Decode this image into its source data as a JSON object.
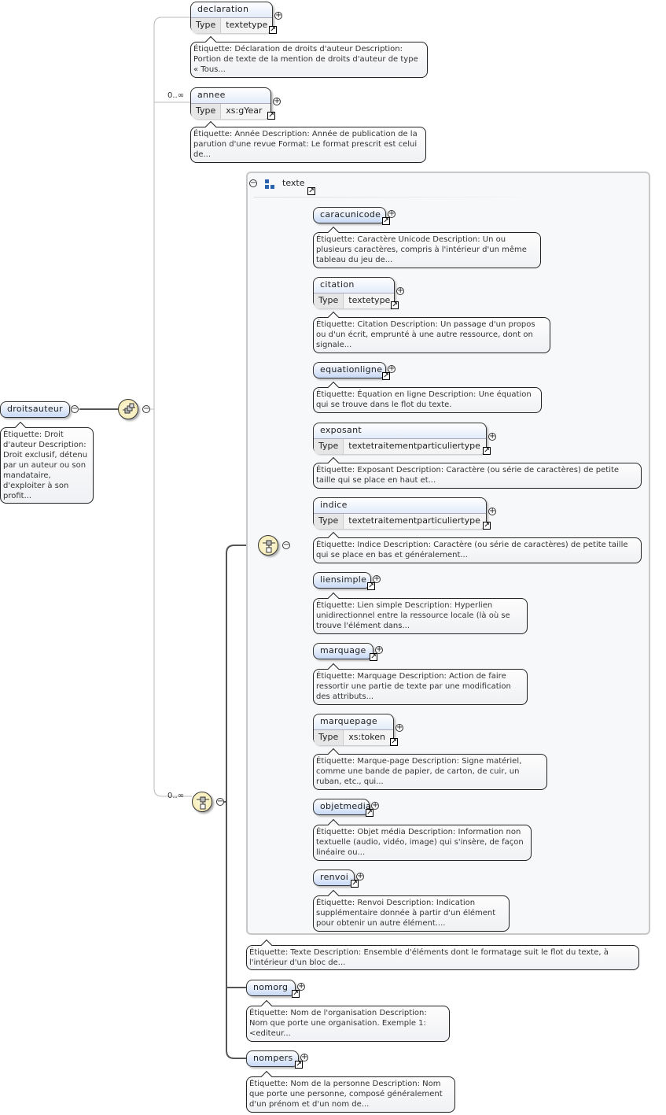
{
  "root": {
    "name": "droitsauteur",
    "annotation": "Étiquette: Droit d'auteur Description: Droit exclusif, détenu par un auteur ou son mandataire, d'exploiter à son profit..."
  },
  "cardinality": {
    "annee": "0..∞",
    "choice": "0..∞"
  },
  "type_label": "Type",
  "group": {
    "name": "texte",
    "annotation": "Étiquette: Texte Description: Ensemble d'éléments dont le formatage suit le flot du texte, à l'intérieur d'un bloc de..."
  },
  "nodes": {
    "declaration": {
      "name": "declaration",
      "type": "textetype",
      "annotation": "Étiquette: Déclaration de droits d'auteur Description: Portion de texte de la mention de droits d'auteur de type « Tous..."
    },
    "annee": {
      "name": "annee",
      "type": "xs:gYear",
      "annotation": "Étiquette: Année Description: Année de publication de la parution d'une revue Format: Le format prescrit est celui de..."
    },
    "caracunicode": {
      "name": "caracunicode",
      "annotation": "Étiquette: Caractère Unicode Description: Un ou plusieurs caractères, compris à l'intérieur d'un même tableau du jeu de..."
    },
    "citation": {
      "name": "citation",
      "type": "textetype",
      "annotation": "Étiquette: Citation Description: Un passage d'un propos ou d'un écrit, emprunté à une autre ressource, dont on signale..."
    },
    "equationligne": {
      "name": "equationligne",
      "annotation": "Étiquette: Équation en ligne Description: Une équation qui se trouve dans le flot du texte."
    },
    "exposant": {
      "name": "exposant",
      "type": "textetraitementparticuliertype",
      "annotation": "Étiquette: Exposant Description: Caractère (ou série de caractères) de petite taille qui se place en haut et..."
    },
    "indice": {
      "name": "indice",
      "type": "textetraitementparticuliertype",
      "annotation": "Étiquette: Indice Description: Caractère (ou série de caractères) de petite taille qui se place en bas et généralement..."
    },
    "liensimple": {
      "name": "liensimple",
      "annotation": "Étiquette: Lien simple Description: Hyperlien unidirectionnel entre la ressource locale (là où se trouve l'élément dans..."
    },
    "marquage": {
      "name": "marquage",
      "annotation": "Étiquette: Marquage Description: Action de faire ressortir une partie de texte par une modification des attributs..."
    },
    "marquepage": {
      "name": "marquepage",
      "type": "xs:token",
      "annotation": "Étiquette: Marque-page Description: Signe matériel, comme une bande de papier, de carton, de cuir, un ruban, etc., qui..."
    },
    "objetmedia": {
      "name": "objetmedia",
      "annotation": "Étiquette: Objet média Description: Information non textuelle (audio, vidéo, image) qui s'insère, de façon linéaire ou..."
    },
    "renvoi": {
      "name": "renvoi",
      "annotation": "Étiquette: Renvoi Description: Indication supplémentaire donnée à partir d'un élément pour obtenir un autre élément...."
    },
    "nomorg": {
      "name": "nomorg",
      "annotation": "Étiquette: Nom de l'organisation Description: Nom que porte une organisation. Exemple 1: <editeur..."
    },
    "nompers": {
      "name": "nompers",
      "annotation": "Étiquette: Nom de la personne Description: Nom que porte une personne, composé généralement d'un prénom et d'un nom de..."
    }
  },
  "colors": {
    "element_fill": "#c8d9f5",
    "compositor_fill": "#f3e7a8",
    "group_fill": "#f7f8fa"
  }
}
